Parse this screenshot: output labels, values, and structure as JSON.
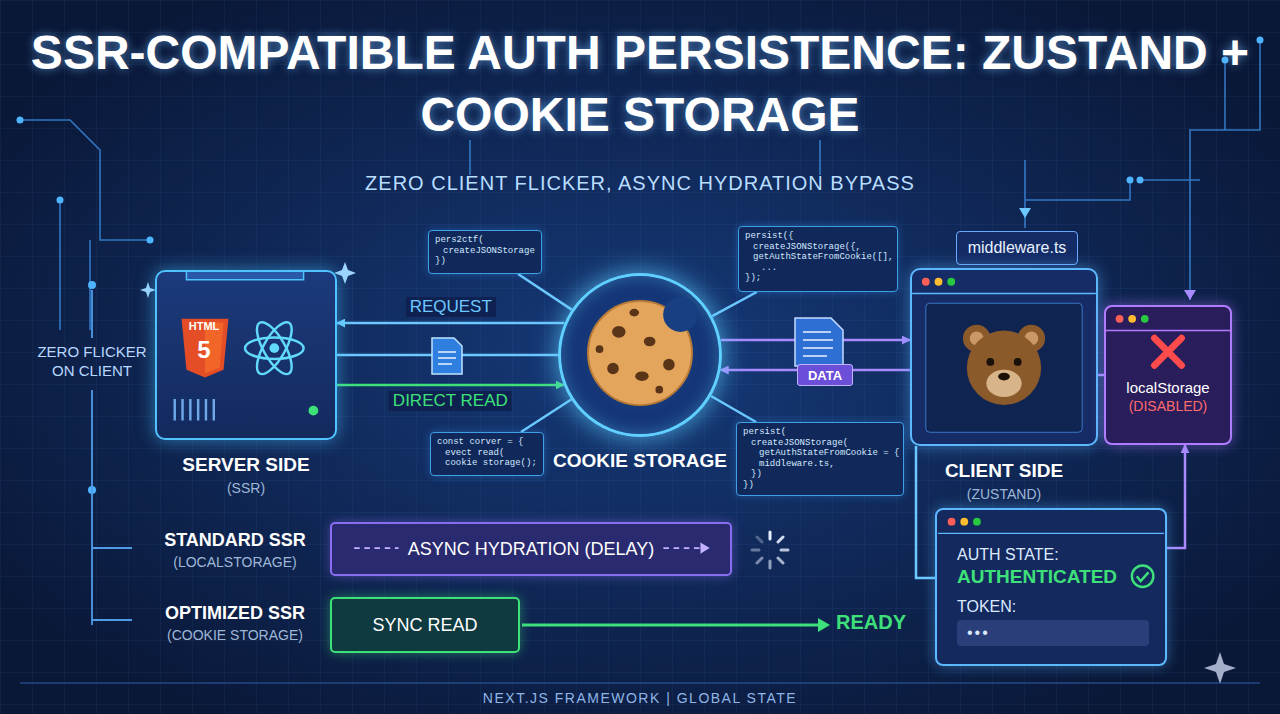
{
  "diagram": {
    "title": "SSR-COMPATIBLE AUTH PERSISTENCE: ZUSTAND + COOKIE STORAGE",
    "nodes": [
      {
        "text": [
          "pers2ctf(",
          "createJSONStorage",
          "})"
        ]
      },
      {
        "text": [
          "persist({",
          "createJSONStorage({,",
          "getAuthStateFromCookie([],",
          "...",
          "});"
        ]
      },
      {
        "text": [
          "middleware.ts"
        ]
      },
      {
        "text": [
          "SERVER SIDE",
          "(SSR)"
        ]
      },
      {
        "text": [
          "COOKIE STORAGE"
        ]
      },
      {
        "text": [
          "DATA"
        ]
      },
      {
        "text": [
          "CLIENT SIDE",
          "(ZUSTAND)"
        ]
      },
      {
        "text": [
          "localStorage",
          "(DISABLED)"
        ]
      },
      {
        "text": [
          "const corver = {",
          "evect read(",
          "cookie storage();"
        ]
      },
      {
        "text": [
          "persist(",
          "createJSONStorage(",
          "getAuthStateFromCookie = {",
          "middleware.ts,",
          "})",
          "})"
        ]
      },
      {
        "text": [
          "ASYNC HYDRATION (DELAY)"
        ]
      },
      {
        "text": [
          "SYNC READ"
        ]
      },
      {
        "text": [
          "AUTH STATE:",
          "AUTHENTICATED",
          "TOKEN:"
        ]
      },
      {
        "text": [
          "•••"
        ],
        "in": 12
      }
    ],
    "edges": [
      {
        "from": 4,
        "to": 3,
        "label": "REQUEST",
        "arrow": "to"
      },
      {
        "from": 3,
        "to": 4,
        "label": "DIRECT READ",
        "arrow": "to"
      },
      {
        "from": 4,
        "to": 6,
        "arrow": "to"
      },
      {
        "from": 6,
        "to": 4,
        "arrow": "to"
      },
      {
        "from": 0,
        "to": 4,
        "arrow": "none"
      },
      {
        "from": 1,
        "to": 4,
        "arrow": "none"
      },
      {
        "from": 8,
        "to": 4,
        "arrow": "none"
      },
      {
        "from": 9,
        "to": 4,
        "arrow": "none"
      },
      {
        "from": 6,
        "to": 7,
        "arrow": "none"
      },
      {
        "from": 12,
        "to": 7,
        "arrow": "to"
      },
      {
        "from": 6,
        "to": 12,
        "arrow": "none"
      },
      {
        "from": 3,
        "to": 4,
        "arrow": "none"
      }
    ],
    "labels": [
      "ZERO CLIENT FLICKER, ASYNC HYDRATION BYPASS",
      "ZERO FLICKER ON CLIENT",
      "HTML",
      "5",
      "STANDARD SSR",
      "(LOCALSTORAGE)",
      "OPTIMIZED SSR",
      "(COOKIE STORAGE)",
      "READY",
      "NEXT.JS FRAMEWORK | GLOBAL STATE"
    ]
  }
}
